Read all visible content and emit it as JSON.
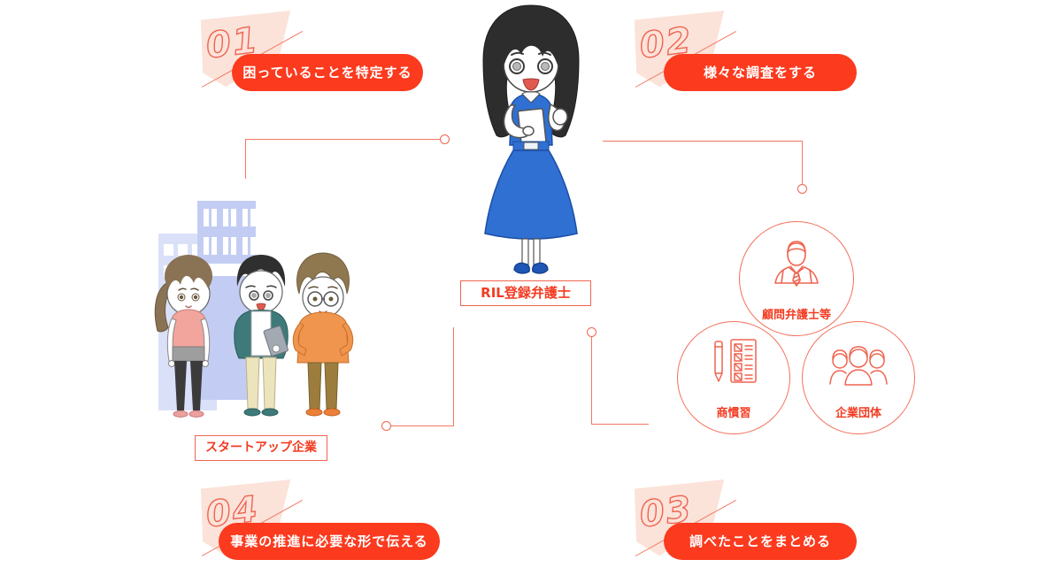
{
  "steps": [
    {
      "number": "01",
      "label": "困っていることを特定する"
    },
    {
      "number": "02",
      "label": "様々な調査をする"
    },
    {
      "number": "03",
      "label": "調べたことをまとめる"
    },
    {
      "number": "04",
      "label": "事業の推進に必要な形で伝える"
    }
  ],
  "center": {
    "label": "RIL登録弁護士",
    "illustration": "female-lawyer-character"
  },
  "startup": {
    "label": "スタートアップ企業",
    "illustration": "three-startup-members-with-buildings"
  },
  "resources": [
    {
      "label": "顧問弁護士等",
      "icon": "consultant-lawyer-icon"
    },
    {
      "label": "商慣習",
      "icon": "checklist-pencil-icon"
    },
    {
      "label": "企業団体",
      "icon": "people-group-icon"
    }
  ],
  "colors": {
    "accent_red": "#fb3a1e",
    "outline_salmon": "#ef6450",
    "badge_pink": "#fbe3da",
    "character_blue": "#2f70d2"
  }
}
